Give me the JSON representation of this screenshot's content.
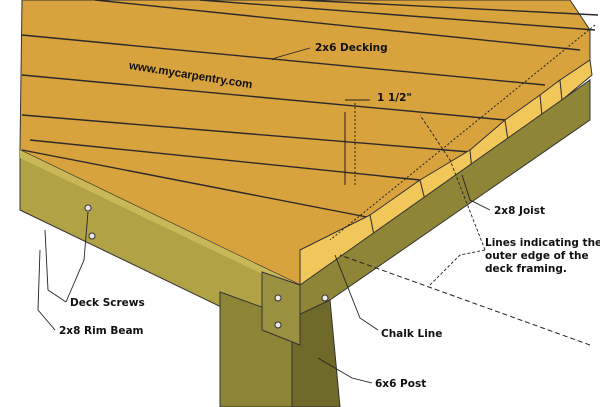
{
  "watermark": "www.mycarpentry.com",
  "labels": {
    "decking": "2x6 Decking",
    "gap": "1 1/2\"",
    "joist": "2x8 Joist",
    "lines_1": "Lines indicating the",
    "lines_2": "outer edge of the",
    "lines_3": "deck framing.",
    "deck_screws": "Deck Screws",
    "rim_beam": "2x8 Rim Beam",
    "chalk_line": "Chalk Line",
    "post": "6x6 Post"
  },
  "colors": {
    "decking_top": "#d8a23c",
    "decking_edge": "#f2c75a",
    "framing_face": "#b0a245",
    "framing_shadow": "#6f6a2a",
    "post": "#8c8536"
  }
}
